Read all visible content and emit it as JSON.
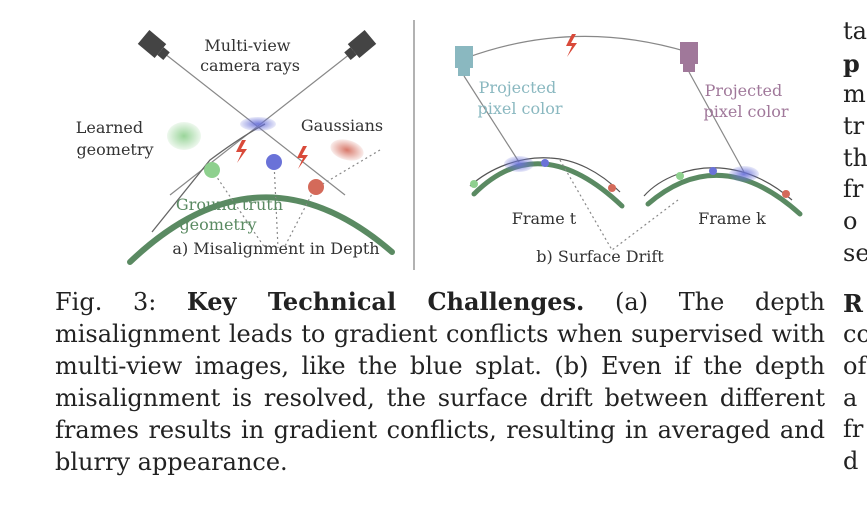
{
  "figure": {
    "panel_a": {
      "label_rays": [
        "Multi-view",
        "camera rays"
      ],
      "label_learned": [
        "Learned",
        "geometry"
      ],
      "label_gaussians": "Gaussians",
      "label_ground_truth": [
        "Ground truth",
        "geometry"
      ],
      "subcaption": "a) Misalignment in Depth"
    },
    "panel_b": {
      "label_projected_left": [
        "Projected",
        "pixel color"
      ],
      "label_projected_right": [
        "Projected",
        "pixel color"
      ],
      "label_frame_t": "Frame t",
      "label_frame_k": "Frame k",
      "subcaption": "b) Surface Drift"
    },
    "colors": {
      "green_surface": "#5a8a62",
      "blue_splat": "#6a72d8",
      "red_splat": "#d46a5a",
      "green_splat": "#8ed08e",
      "bolt": "#d94a3a",
      "camera_dark": "#444444",
      "camera_teal": "#8ab8c0",
      "camera_purple": "#a0789a"
    }
  },
  "caption": {
    "prefix": "Fig. 3: ",
    "title": "Key Technical Challenges.",
    "body": " (a) The depth misalignment leads to gradient conflicts when supervised with multi-view images, like the blue splat. (b) Even if the depth misalignment is resolved, the surface drift between different frames results in gradient conflicts, resulting in averaged and blurry appearance."
  },
  "side_column": [
    "ta",
    "p",
    "m",
    "tr",
    "th",
    "fr",
    "o",
    "se",
    "R",
    "co",
    "of",
    "a",
    "fr",
    "d"
  ]
}
